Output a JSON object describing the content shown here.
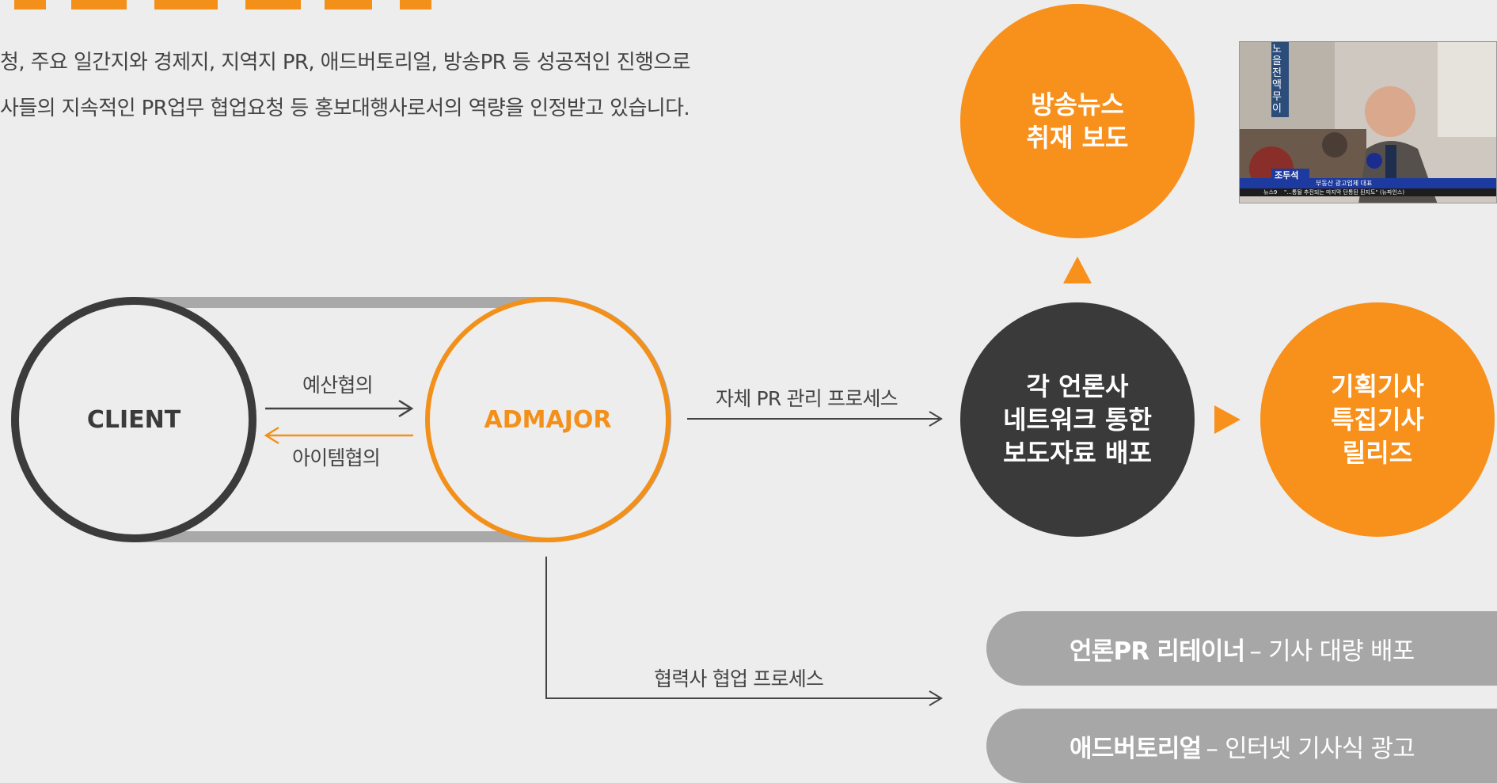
{
  "intro": {
    "line1": "청, 주요 일간지와 경제지, 지역지 PR, 애드버토리얼, 방송PR 등 성공적인 진행으로",
    "line2": "사들의 지속적인 PR업무 협업요청 등 홍보대행사로서의 역량을 인정받고 있습니다."
  },
  "client": {
    "label": "CLIENT"
  },
  "admajor": {
    "label": "ADMAJOR"
  },
  "budget_label": "예산협의",
  "item_label": "아이템협의",
  "pr_process_label": "자체 PR 관리 프로세스",
  "partner_process_label": "협력사 협업 프로세스",
  "broadcast": {
    "line1": "방송뉴스",
    "line2": "취재 보도"
  },
  "distribution": {
    "line1": "각 언론사",
    "line2": "네트워크 통한",
    "line3": "보도자료 배포"
  },
  "feature": {
    "line1": "기획기사",
    "line2": "특집기사",
    "line3": "릴리즈"
  },
  "photo": {
    "banner_name": "조두석",
    "banner_title": "부동산 광고업체 대표",
    "banner_sub": "뉴스9",
    "banner_caption": "\"...통될 추진되는 마지막 단통된 된지도\" (뉴파인스)",
    "side_text": "노을 전액 무이"
  },
  "pill1": {
    "bold": "언론PR 리테이너",
    "rest": "– 기사 대량 배포"
  },
  "pill2": {
    "bold": "애드버토리얼",
    "rest": "– 인터넷 기사식 광고"
  },
  "colors": {
    "orange": "#f8901c",
    "dark": "#3a3a3a",
    "gray": "#a7a7a7",
    "background": "#ededed"
  }
}
